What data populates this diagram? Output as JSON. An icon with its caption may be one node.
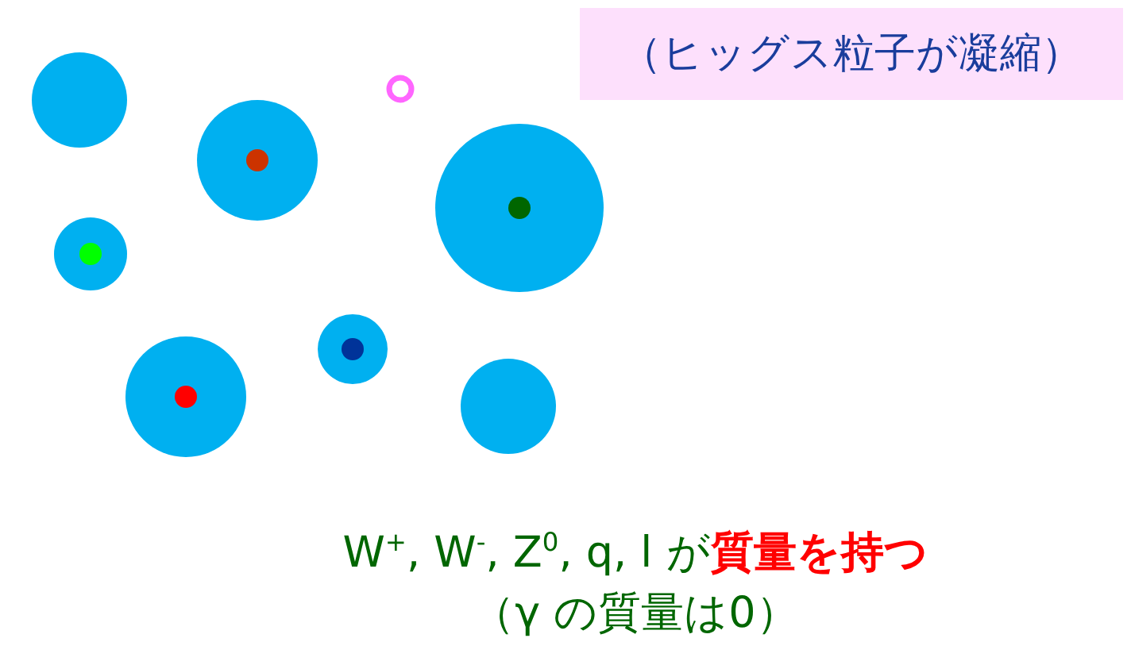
{
  "diagram": {
    "labels": [
      "（ヒッグス粒子が凝縮）",
      "W$^{+}$, W$^{-}$, Z$^{0}$, q, l が**質量を持つ**",
      "（γ の質量は0）"
    ]
  }
}
